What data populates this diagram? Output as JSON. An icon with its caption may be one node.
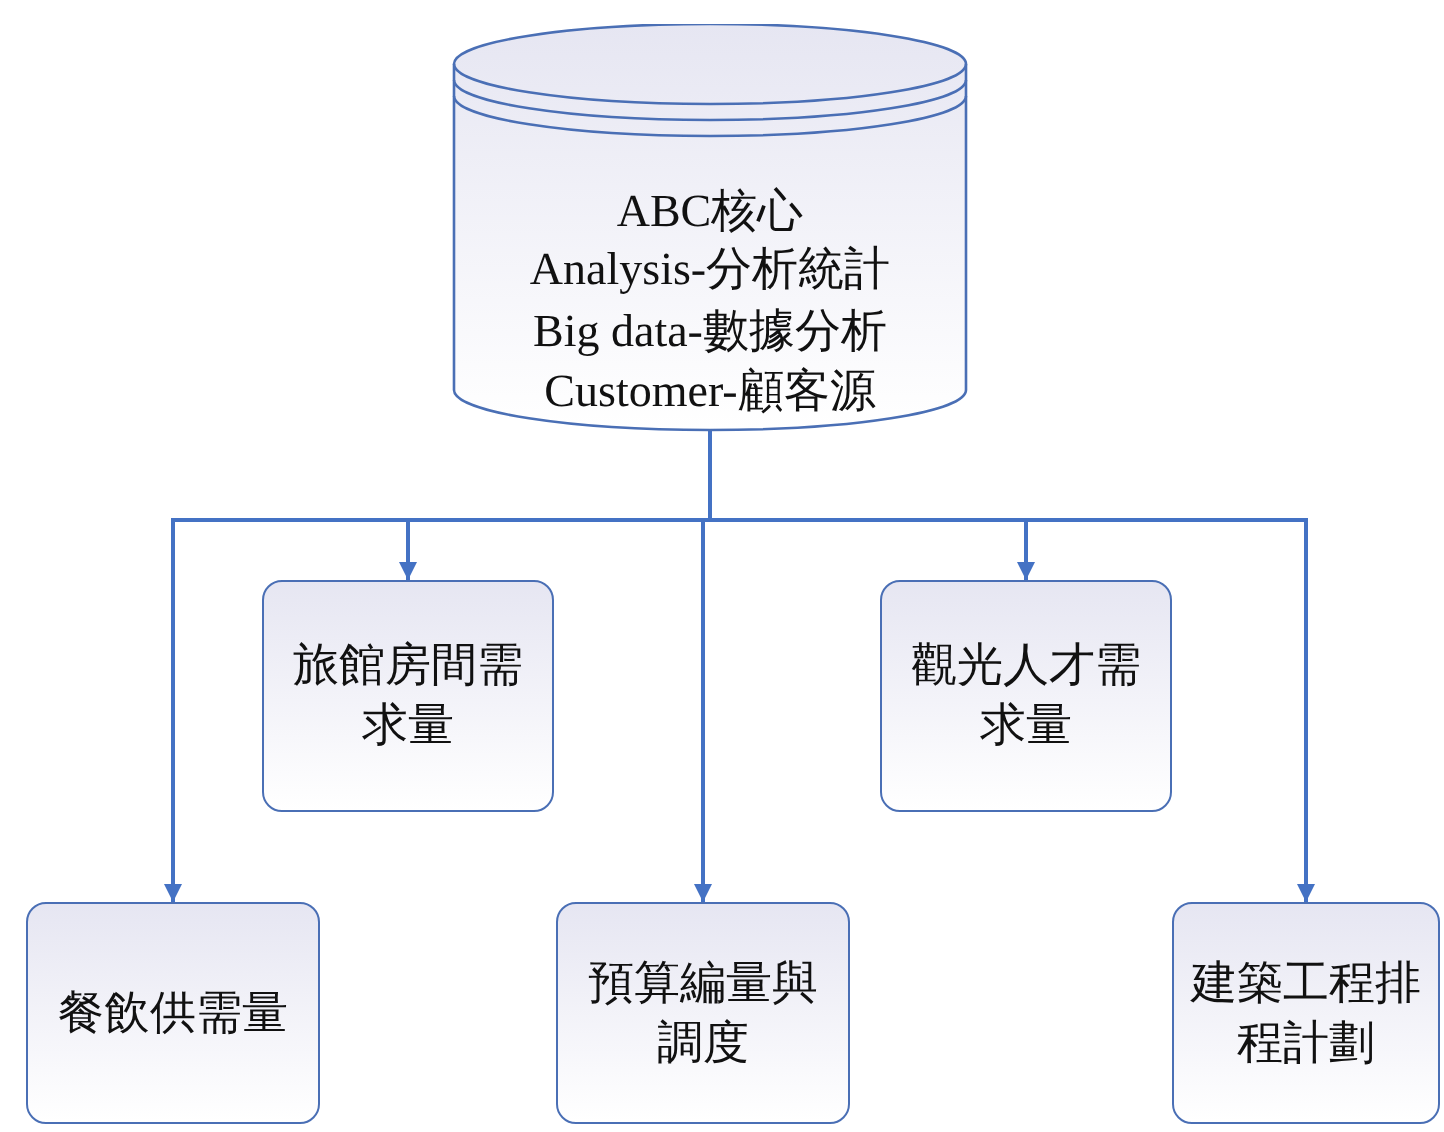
{
  "diagram": {
    "nodes": [
      {
        "text": [
          "ABC核心",
          "Analysis-分析統計",
          "Big data-數據分析",
          "Customer-顧客源"
        ]
      },
      {
        "text": [
          "旅館房間需求量"
        ]
      },
      {
        "text": [
          "觀光人才需求量"
        ]
      },
      {
        "text": [
          "餐飲供需量"
        ]
      },
      {
        "text": [
          "預算編量與調度"
        ]
      },
      {
        "text": [
          "建築工程排程計劃"
        ]
      }
    ],
    "edges": [
      {
        "from": 0,
        "to": 3,
        "arrow": "to"
      },
      {
        "from": 0,
        "to": 1,
        "arrow": "to"
      },
      {
        "from": 0,
        "to": 4,
        "arrow": "to"
      },
      {
        "from": 0,
        "to": 2,
        "arrow": "to"
      },
      {
        "from": 0,
        "to": 5,
        "arrow": "to"
      }
    ]
  }
}
